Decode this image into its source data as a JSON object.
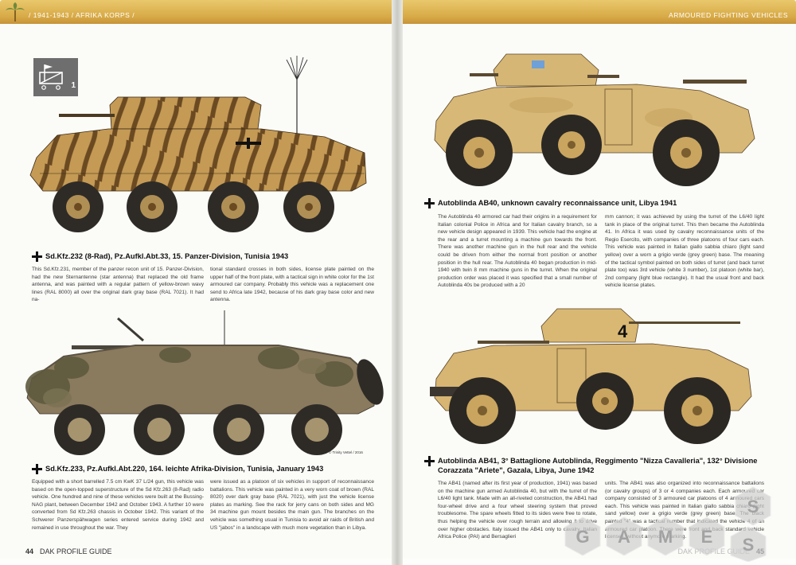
{
  "header": {
    "left_breadcrumb": "/ 1941-1943 / AFRIKA KORPS /",
    "right_section": "ARMOURED FIGHTING VEHICLES"
  },
  "left_page": {
    "icon_number": "1",
    "vehicle1": {
      "caption": "Sd.Kfz.232 (8-Rad), Pz.Aufkl.Abt.33, 15. Panzer-Division, Tunisia 1943",
      "col1": "This Sd.Kfz.231, member of the panzer recon unit of 15. Panzer-Division, had the new Sternantenne (star antenna) that replaced the old frame antenna, and was painted with a regular pattern of yellow-brown wavy lines (RAL 8000) all over the original dark gray base (RAL 7021). It had na-",
      "col2": "tional standard crosses in both sides, license plate painted on the upper half of the front plate, with a tactical sign in white color for the 1st armoured car company. Probably this vehicle was a replacement one send to Africa late 1942, because of his dark gray base color and new antenna."
    },
    "vehicle2": {
      "caption": "Sd.Kfz.233, Pz.Aufkl.Abt.220, 164. leichte Afrika-Division, Tunisia, January 1943",
      "artist_credit": "© Trinity Vettel / 2016",
      "col1": "Equipped with a short barrelled 7.5 cm KwK 37 L/24 gun, this vehicle was based on the open-topped superstructure of the Sd Kfz.263 (8-Rad) radio vehicle. One hundred and nine of these vehicles were built at the Bussing-NAG plant, between December 1942 and October 1943. A further 10 were converted from Sd Kfz.263 chassis in October 1942. This variant of the Schwerer Panzerspähwagen series entered service during 1942 and remained in use throughout the war. They",
      "col2": "were issued as a platoon of six vehicles in support of reconnaissance battalions. This vehicle was painted in a very worn coat of brown (RAL 8020) over dark gray base (RAL 7021), with just the vehicle license plates as marking. See the rack for jerry cans on both sides and MG 34 machine gun mount besides the main gun. The branches on the vehicle was something usual in Tunisia to avoid air raids of British and US \"jabos\" in a landscape with much more vegetation than in Libya."
    },
    "page_number": "44",
    "footer_title": "DAK PROFILE GUIDE"
  },
  "right_page": {
    "vehicle1": {
      "caption": "Autoblinda AB40, unknown cavalry reconnaissance unit, Libya 1941",
      "col1": "The Autoblinda 40 armored car had their origins in a requirement for Italian colonial Police in Africa and for Italian cavalry branch, so a new vehicle design appeared in 1939. This vehicle had the engine at the rear and a turret mounting a machine gun towards the front. There was another machine gun in the hull rear and the vehicle could be driven from either the normal front position or another position in the hull rear. The Autoblinda 40 began production in mid-1940 with twin 8 mm machine guns in the turret. When the original production order was placed it was specified that a small number of Autoblinda 40s be produced with a 20",
      "col2": "mm cannon; it was achieved by using the turret of the L6/40 light tank in place of the original turret. This then became the Autoblinda 41. In Africa it was used by cavalry reconnaissance units of the Regio Esercito, with companies of three platoons of four cars each. This vehicle was painted in Italian giallo sabbia chiaro (light sand yellow) over a worn a grigio verde (grey green) base. The meaning of the tactical symbol painted on both sides of turret (and back turret plate too) was 3rd vehicle (white 3 number), 1st platoon (white bar), 2nd company (light blue rectangle). It had the usual front and back vehicle license plates."
    },
    "vehicle2": {
      "caption_line1": "Autoblinda AB41, 3° Battaglione Autoblinda, Reggimento \"Nizza Cavalleria\", 132° Divisione",
      "caption_line2": "Corazzata \"Ariete\", Gazala, Libya, June 1942",
      "turret_number": "4",
      "col1": "The AB41 (named after its first year of production, 1941) was based on the machine gun armed Autoblinda 40, but with the turret of the L6/40 light tank. Made with an all-riveted construction, the AB41 had four-wheel drive and a four wheel steering system that proved troublesome. The spare wheels fitted to its sides were free to rotate, thus helping the vehicle over rough terrain and allowing it to drive over higher obstacles. Italy issued the AB41 only to cavalry, Italian Africa Police (PAI) and Bersaglieri",
      "col2": "units. The AB41 was also organized into reconnaissance battalions (or cavalry groups) of 3 or 4 companies each. Each armoured car company consisted of 3 armoured car platoons of 4 armoured cars each. This vehicle was painted in Italian giallo sabbia chiaro (light sand yellow) over a grigio verde (grey green) base. The black painted \"4\" was a tactical number that indicated the vehicle 4 of an armoured car platoon. There were front and back standard vehicle licenses, without anymore marking."
    },
    "page_number": "45",
    "footer_title": "DAK PROFILE GUIDE"
  },
  "watermark": {
    "letters": [
      "S",
      "G",
      "A",
      "M",
      "E",
      "S"
    ]
  },
  "colors": {
    "header_gold": "#d8aa47",
    "ochre_camo": "#c9a25a",
    "tiger_stripe": "#6b4a22",
    "sand_yellow": "#d8b876",
    "dark_gray": "#4b4a45"
  }
}
